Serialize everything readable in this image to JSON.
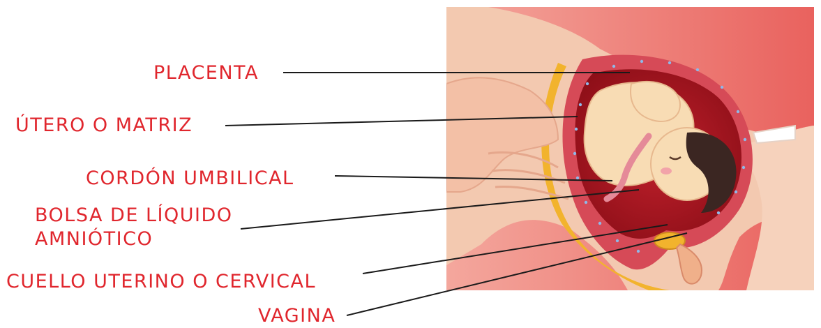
{
  "labels": {
    "placenta": "PLACENTA",
    "utero": "ÚTERO O MATRIZ",
    "cordon": "CORDÓN UMBILICAL",
    "bolsa_line1": "BOLSA DE LÍQUIDO",
    "bolsa_line2": "AMNIÓTICO",
    "cuello": "CUELLO UTERINO O CERVICAL",
    "vagina": "VAGINA"
  },
  "colors": {
    "label_text": "#e0262d",
    "leader_line": "#1a1a1a",
    "background_panel": "#ef8a80",
    "body_skin": "#f3c9b0",
    "uterus_wall": "#d64a57",
    "amniotic_sac": "#a9141f",
    "baby_skin": "#f8dcb4",
    "baby_hair": "#3b2622",
    "umbilical_cord": "#e58a98",
    "fat_layer": "#f2b32d"
  },
  "icons": {
    "illustration": "pregnant-uterus-cross-section-illustration"
  }
}
